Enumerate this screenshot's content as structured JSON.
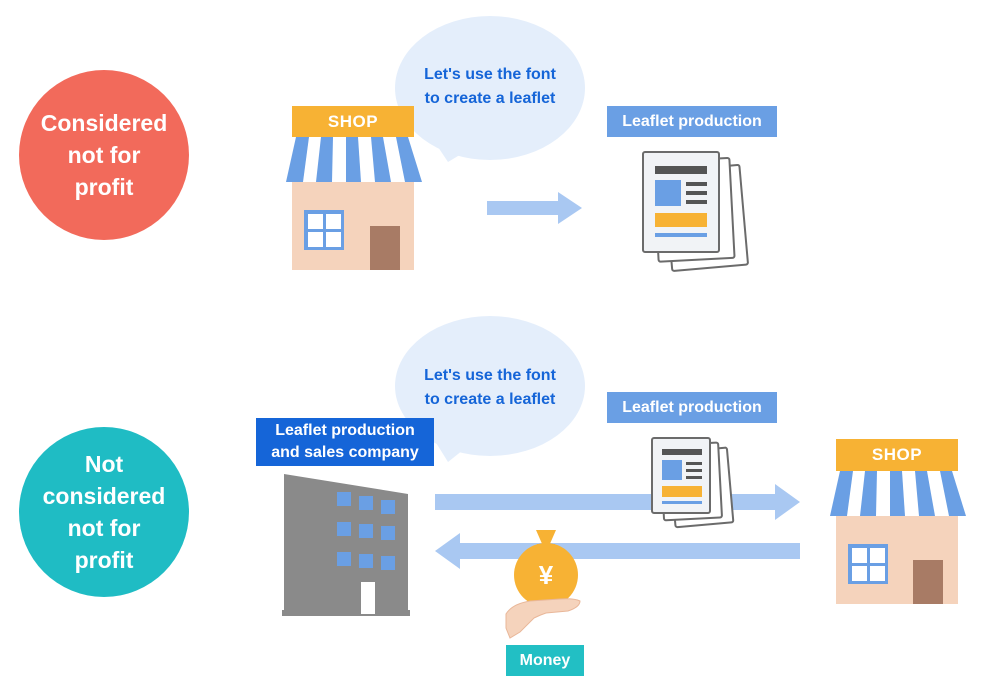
{
  "rows": [
    {
      "circle_label": "Considered\nnot for\nprofit",
      "circle_color": "#f26a5b",
      "speech": "Let's use the font\nto create a leaflet",
      "leaflet_tag": "Leaflet production",
      "shop_sign": "SHOP"
    },
    {
      "circle_label": "Not\nconsidered\nnot for\nprofit",
      "circle_color": "#1fbcc4",
      "speech": "Let's use the font\nto create a leaflet",
      "company_tag": "Leaflet production\nand sales company",
      "leaflet_tag": "Leaflet production",
      "shop_sign": "SHOP",
      "money_label": "Money",
      "currency_symbol": "¥"
    }
  ],
  "colors": {
    "bubble": "#e4eefb",
    "arrow": "#a9c8f2",
    "leaflet_tag": "#6a9fe4",
    "company_tag": "#1565d8",
    "money_tag": "#22bfc4",
    "shop_sign": "#f7b234",
    "awning_blue": "#6a9fe4",
    "shop_wall": "#f5d3bc",
    "door": "#a87b65",
    "building": "#8a8a8a"
  }
}
